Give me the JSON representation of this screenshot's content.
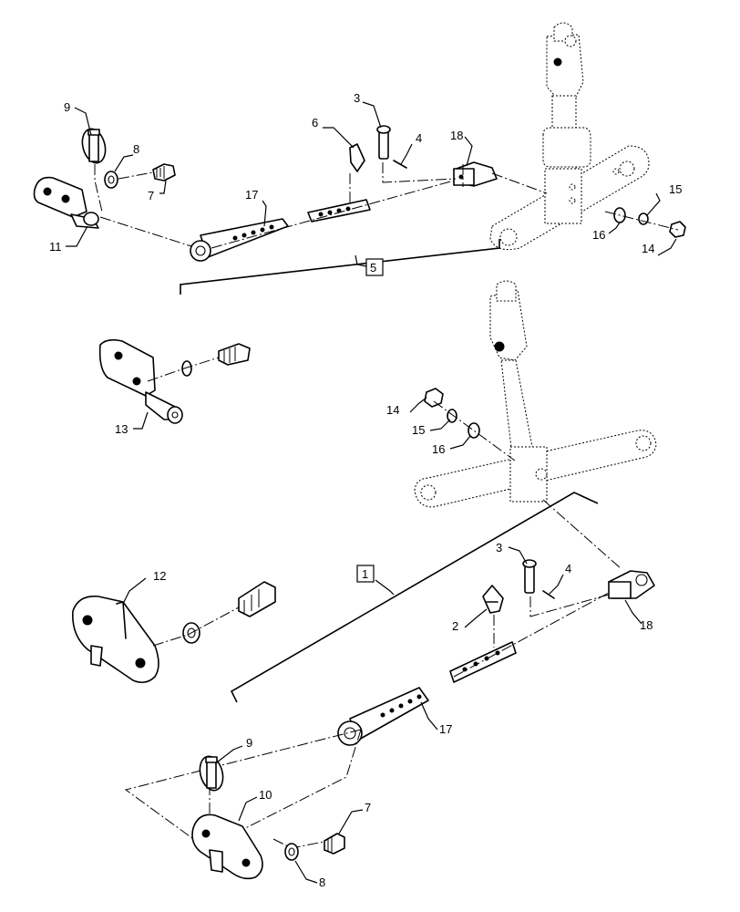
{
  "callouts": {
    "top": {
      "c9": "9",
      "c8": "8",
      "c7": "7",
      "c11": "11",
      "c17": "17",
      "c6": "6",
      "c3": "3",
      "c4": "4",
      "c18": "18",
      "c5": "5",
      "c15": "15",
      "c16": "16",
      "c14": "14"
    },
    "bottom": {
      "c13": "13",
      "c14": "14",
      "c15": "15",
      "c16": "16",
      "c12": "12",
      "c1": "1",
      "c3": "3",
      "c4": "4",
      "c2": "2",
      "c18": "18",
      "c17": "17",
      "c9": "9",
      "c10": "10",
      "c7": "7",
      "c8": "8"
    }
  }
}
